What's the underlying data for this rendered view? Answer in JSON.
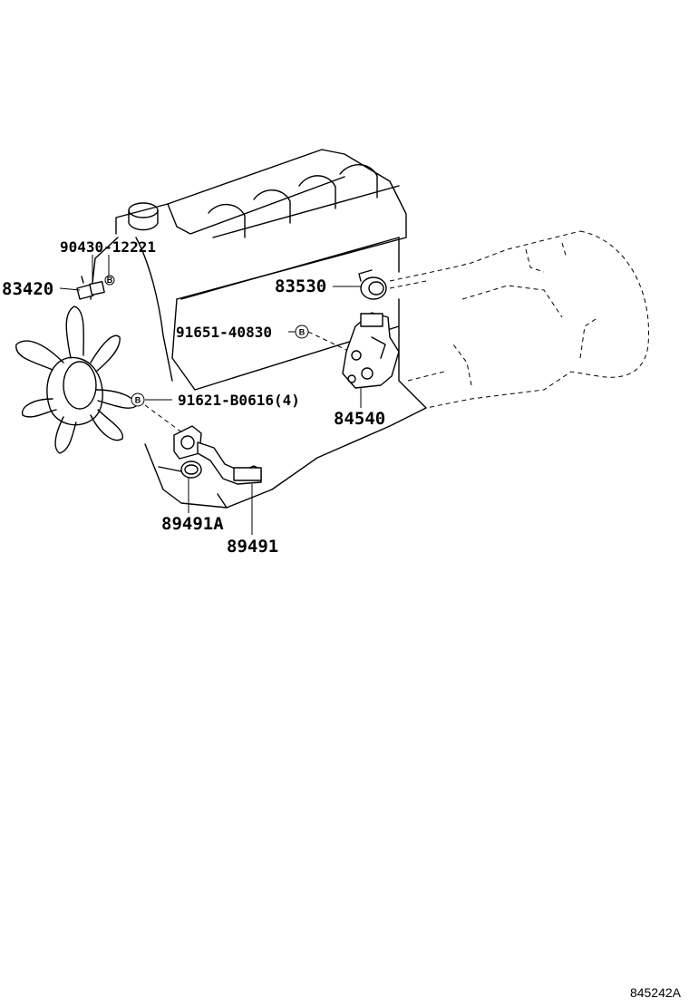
{
  "parts": {
    "p83420": "83420",
    "p90430": "90430-12221",
    "p83530": "83530",
    "p91651": "91651-40830",
    "p84540": "84540",
    "p91621": "91621-B0616(4)",
    "p89491a": "89491A",
    "p89491": "89491"
  },
  "symbols": {
    "b_marker": "B"
  },
  "footer": {
    "ref_code": "845242A"
  },
  "icons": {
    "engine": "engine-block-icon",
    "fan": "cooling-fan-icon",
    "transmission": "transmission-icon"
  }
}
